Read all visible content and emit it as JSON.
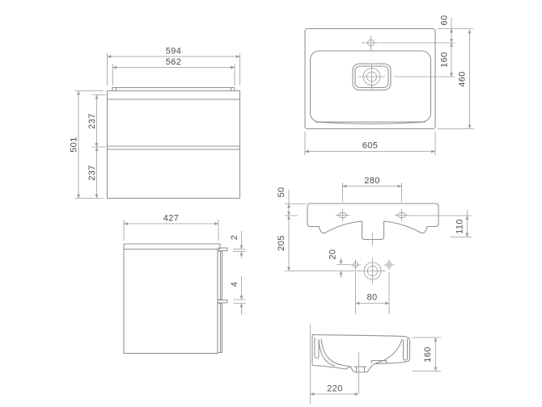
{
  "colors": {
    "background": "#ffffff",
    "line": "#9c9c9c",
    "object": "#8f8f8f",
    "text": "#4a4a4a"
  },
  "views": {
    "cabinet_front": {
      "overall_width": "594",
      "rail_width": "562",
      "overall_height": "501",
      "upper_drawer_height": "237",
      "lower_drawer_height": "237"
    },
    "washbasin_top": {
      "rim_to_tap_hole": "60",
      "tap_hole_to_drain": "160",
      "overall_depth": "460",
      "overall_width": "605"
    },
    "washbasin_back": {
      "fixing_hole_spacing": "280",
      "rim_to_fixing_holes": "50",
      "fixing_holes_to_drain": "205",
      "fixing_holes_to_recess": "110"
    },
    "drain_detail": {
      "overflow_offset": "20",
      "overflow_hole_spacing": "80"
    },
    "cabinet_side": {
      "overall_depth": "427",
      "top_gap": "2",
      "drawer_gap": "4"
    },
    "washbasin_side": {
      "back_to_drain": "220",
      "height": "160"
    }
  }
}
